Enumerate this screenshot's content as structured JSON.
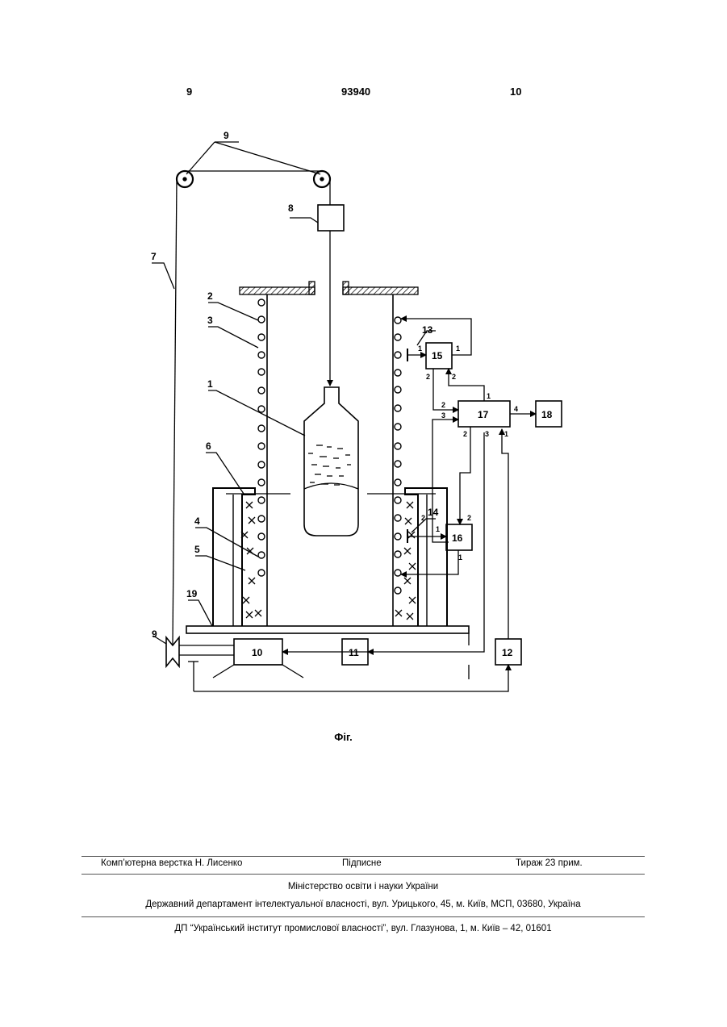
{
  "header": {
    "page_left": "9",
    "patent_number": "93940",
    "page_right": "10"
  },
  "figure": {
    "caption": "Фіг.",
    "labels": [
      "9",
      "8",
      "7",
      "2",
      "3",
      "13",
      "1",
      "15",
      "17",
      "18",
      "6",
      "4",
      "14",
      "16",
      "5",
      "19",
      "9",
      "10",
      "11",
      "12"
    ],
    "ports": [
      "1",
      "1",
      "2",
      "2",
      "1",
      "2",
      "3",
      "4",
      "2",
      "3",
      "1",
      "2",
      "2",
      "1",
      "1"
    ]
  },
  "footer": {
    "typesetter": "Комп’ютерна верстка Н. Лисенко",
    "signed": "Підписне",
    "circulation": "Тираж 23 прим.",
    "ministry": "Міністерство освіти і науки України",
    "department": "Державний департамент інтелектуальної власності, вул. Урицького, 45, м. Київ, МСП, 03680, Україна",
    "institute": "ДП “Український інститут промислової власності”, вул. Глазунова, 1, м. Київ – 42, 01601"
  }
}
